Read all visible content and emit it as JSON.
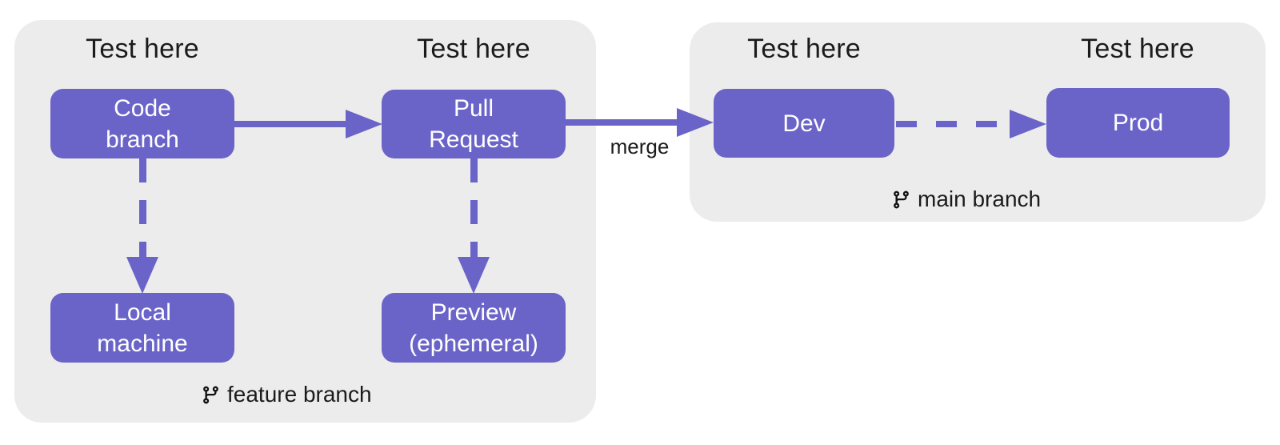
{
  "colors": {
    "accent": "#6b64c8",
    "panel_background": "#ececec",
    "text": "#1b1b1b",
    "node_text": "#ffffff"
  },
  "panels": {
    "feature": {
      "test_labels": [
        "Test here",
        "Test here"
      ],
      "branch_label": "feature branch",
      "branch_icon": "git-branch-icon",
      "nodes": {
        "code_branch": "Code\nbranch",
        "pull_request": "Pull\nRequest",
        "local_machine": "Local\nmachine",
        "preview": "Preview\n(ephemeral)"
      }
    },
    "main": {
      "test_labels": [
        "Test here",
        "Test here"
      ],
      "branch_label": "main branch",
      "branch_icon": "git-branch-icon",
      "nodes": {
        "dev": "Dev",
        "prod": "Prod"
      }
    }
  },
  "edges": {
    "code_to_pull_request": "solid-arrow",
    "pull_request_to_dev": "solid-arrow",
    "pull_request_to_dev_label": "merge",
    "dev_to_prod": "dashed-arrow",
    "code_to_local": "dashed-arrow",
    "pull_request_to_preview": "dashed-arrow"
  }
}
